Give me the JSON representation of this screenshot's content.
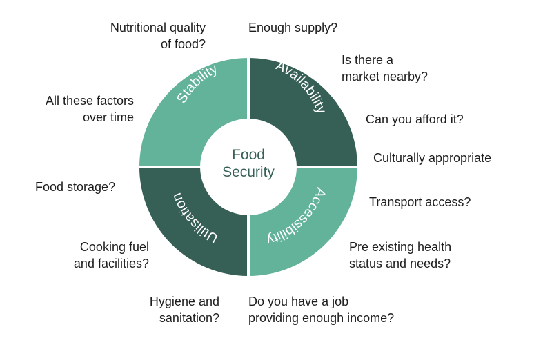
{
  "center": {
    "line1": "Food",
    "line2": "Security"
  },
  "segments": {
    "stability": "Stability",
    "availability": "Availability",
    "accessibility": "Accessibility",
    "utilisation": "Utilisation"
  },
  "colors": {
    "light": "#63b39a",
    "dark": "#365f55",
    "center_text": "#365f55"
  },
  "questions": {
    "nutritional": [
      "Nutritional quality",
      "of food?"
    ],
    "enough_supply": [
      "Enough supply?"
    ],
    "market": [
      "Is there a",
      "market nearby?"
    ],
    "afford": [
      "Can you afford it?"
    ],
    "cultural": [
      "Culturally appropriate"
    ],
    "all_factors": [
      "All these factors",
      "over time"
    ],
    "food_storage": [
      "Food storage?"
    ],
    "transport": [
      "Transport access?"
    ],
    "cooking": [
      "Cooking fuel",
      "and facilities?"
    ],
    "health": [
      "Pre existing health",
      "status and needs?"
    ],
    "hygiene": [
      "Hygiene and",
      "sanitation?"
    ],
    "job": [
      "Do you have a job",
      "providing enough income?"
    ]
  }
}
